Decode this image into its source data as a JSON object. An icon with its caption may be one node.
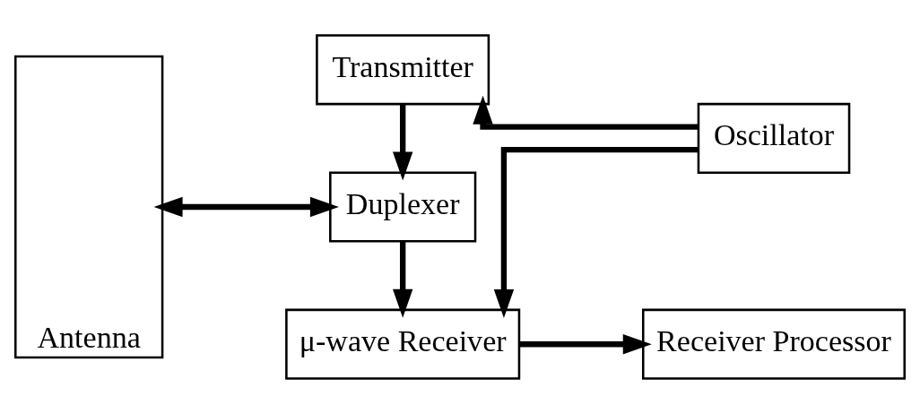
{
  "diagram": {
    "nodes": [
      {
        "text": [
          "Antenna"
        ]
      },
      {
        "text": [
          "Transmitter"
        ]
      },
      {
        "text": [
          "Duplexer"
        ]
      },
      {
        "text": [
          "Oscillator"
        ]
      },
      {
        "text": [
          "μ-wave Receiver"
        ]
      },
      {
        "text": [
          "Receiver Processor"
        ]
      }
    ],
    "edges": [
      {
        "from": 1,
        "to": 2,
        "arrow": "to"
      },
      {
        "from": 0,
        "to": 2,
        "arrow": "both"
      },
      {
        "from": 3,
        "to": 1,
        "arrow": "to"
      },
      {
        "from": 2,
        "to": 4,
        "arrow": "to"
      },
      {
        "from": 3,
        "to": 4,
        "arrow": "to"
      },
      {
        "from": 4,
        "to": 5,
        "arrow": "to"
      }
    ]
  }
}
